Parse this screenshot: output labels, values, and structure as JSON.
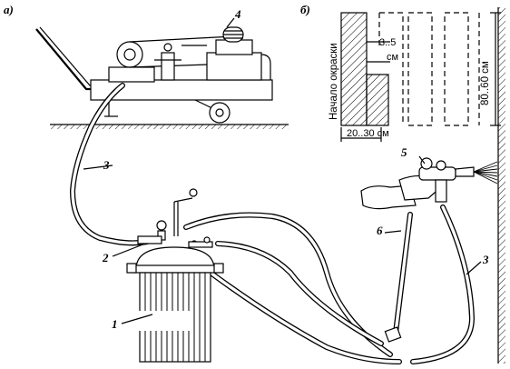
{
  "panels": {
    "a_label": "а)",
    "b_label": "б)"
  },
  "callouts": {
    "c1": "1",
    "c2": "2",
    "c3a": "3",
    "c3b": "3",
    "c4": "4",
    "c5": "5",
    "c6": "6"
  },
  "scheme": {
    "start_label": "Начало окраски",
    "gap_value": "3..5",
    "gap_unit": "см",
    "width_label": "20..30 см",
    "height_label": "80..60 см"
  }
}
